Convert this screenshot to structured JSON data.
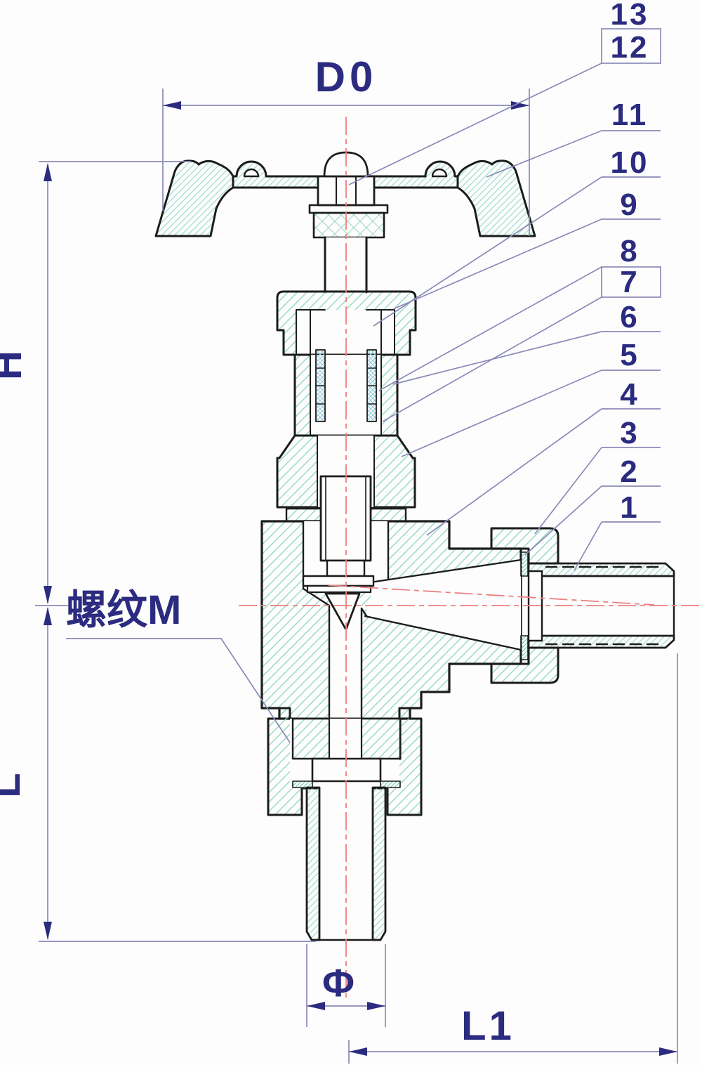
{
  "drawing": {
    "kind": "angle-needle-valve-section",
    "labels": {
      "d0": "D0",
      "h": "H",
      "l": "L",
      "l1": "L1",
      "phi": "Φ",
      "thread_m": "螺纹M"
    },
    "callouts": [
      {
        "num": "13"
      },
      {
        "num": "12"
      },
      {
        "num": "11"
      },
      {
        "num": "10"
      },
      {
        "num": "9"
      },
      {
        "num": "8"
      },
      {
        "num": "7"
      },
      {
        "num": "6"
      },
      {
        "num": "5"
      },
      {
        "num": "4"
      },
      {
        "num": "3"
      },
      {
        "num": "2"
      },
      {
        "num": "1"
      }
    ],
    "colors": {
      "label_text": "#2b2b80",
      "dimension_line": "#8a8ab8",
      "outline": "#1c1c1c",
      "hatch": "#8cd6c2",
      "packing_hatch": "#8fc8d8",
      "centerline": "#ee8080"
    }
  }
}
